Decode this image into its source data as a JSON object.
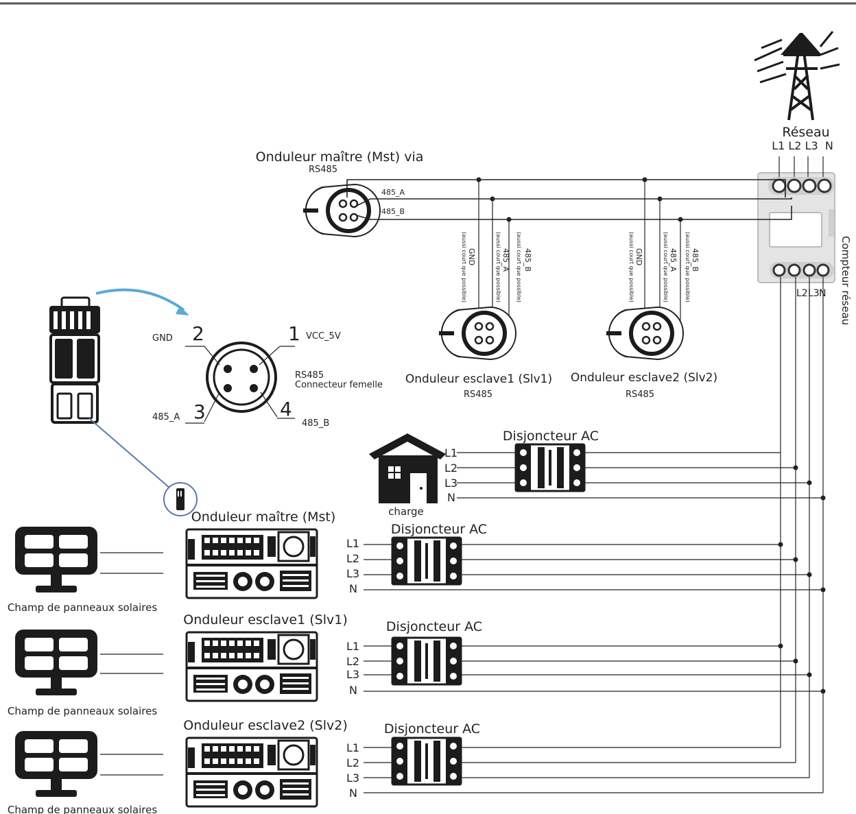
{
  "grid": {
    "label": "Réseau",
    "phases": "L1 L2 L3  N",
    "meter_label": "Compteur réseau",
    "meter_bottom_phases": [
      "L2",
      "L3",
      "N"
    ]
  },
  "rs485": {
    "master_title": "Onduleur maître (Mst) via",
    "master_sub": "RS485",
    "line_a": "485_A",
    "line_b": "485_B",
    "slave1_title": "Onduleur esclave1 (Slv1)",
    "slave1_sub": "RS485",
    "slave2_title": "Onduleur esclave2 (Slv2)",
    "slave2_sub": "RS485",
    "wire_gnd": "GND",
    "wire_a": "485_A",
    "wire_b": "485_B",
    "wire_note": "(aussi court que possible)"
  },
  "connector": {
    "pin1_num": "1",
    "pin1_label": "VCC_5V",
    "pin2_num": "2",
    "pin2_label": "GND",
    "pin3_num": "3",
    "pin3_label": "485_A",
    "pin4_num": "4",
    "pin4_label": "485_B",
    "desc_line1": "RS485",
    "desc_line2": "Connecteur femelle"
  },
  "load": {
    "label": "charge",
    "breaker": "Disjoncteur AC",
    "phases": [
      "L1",
      "L2",
      "L3",
      "N"
    ]
  },
  "inverters": [
    {
      "title": "Onduleur maître (Mst)",
      "breaker": "Disjoncteur AC",
      "pv_label": "Champ de panneaux solaires",
      "phases": [
        "L1",
        "L2",
        "L3",
        "N"
      ]
    },
    {
      "title": "Onduleur esclave1 (Slv1)",
      "breaker": "Disjoncteur AC",
      "pv_label": "Champ de panneaux solaires",
      "phases": [
        "L1",
        "L2",
        "L3",
        "N"
      ]
    },
    {
      "title": "Onduleur esclave2 (Slv2)",
      "breaker": "Disjoncteur AC",
      "pv_label": "Champ de panneaux solaires",
      "phases": [
        "L1",
        "L2",
        "L3",
        "N"
      ]
    }
  ],
  "colors": {
    "line": "#222222",
    "arrow": "#5aa9d6",
    "meter": "#d9d9d9"
  },
  "icons": [
    "power-tower-icon",
    "house-icon",
    "solar-panel-icon",
    "inverter-icon",
    "breaker-icon",
    "connector-plug-icon",
    "rs485-port-icon"
  ]
}
